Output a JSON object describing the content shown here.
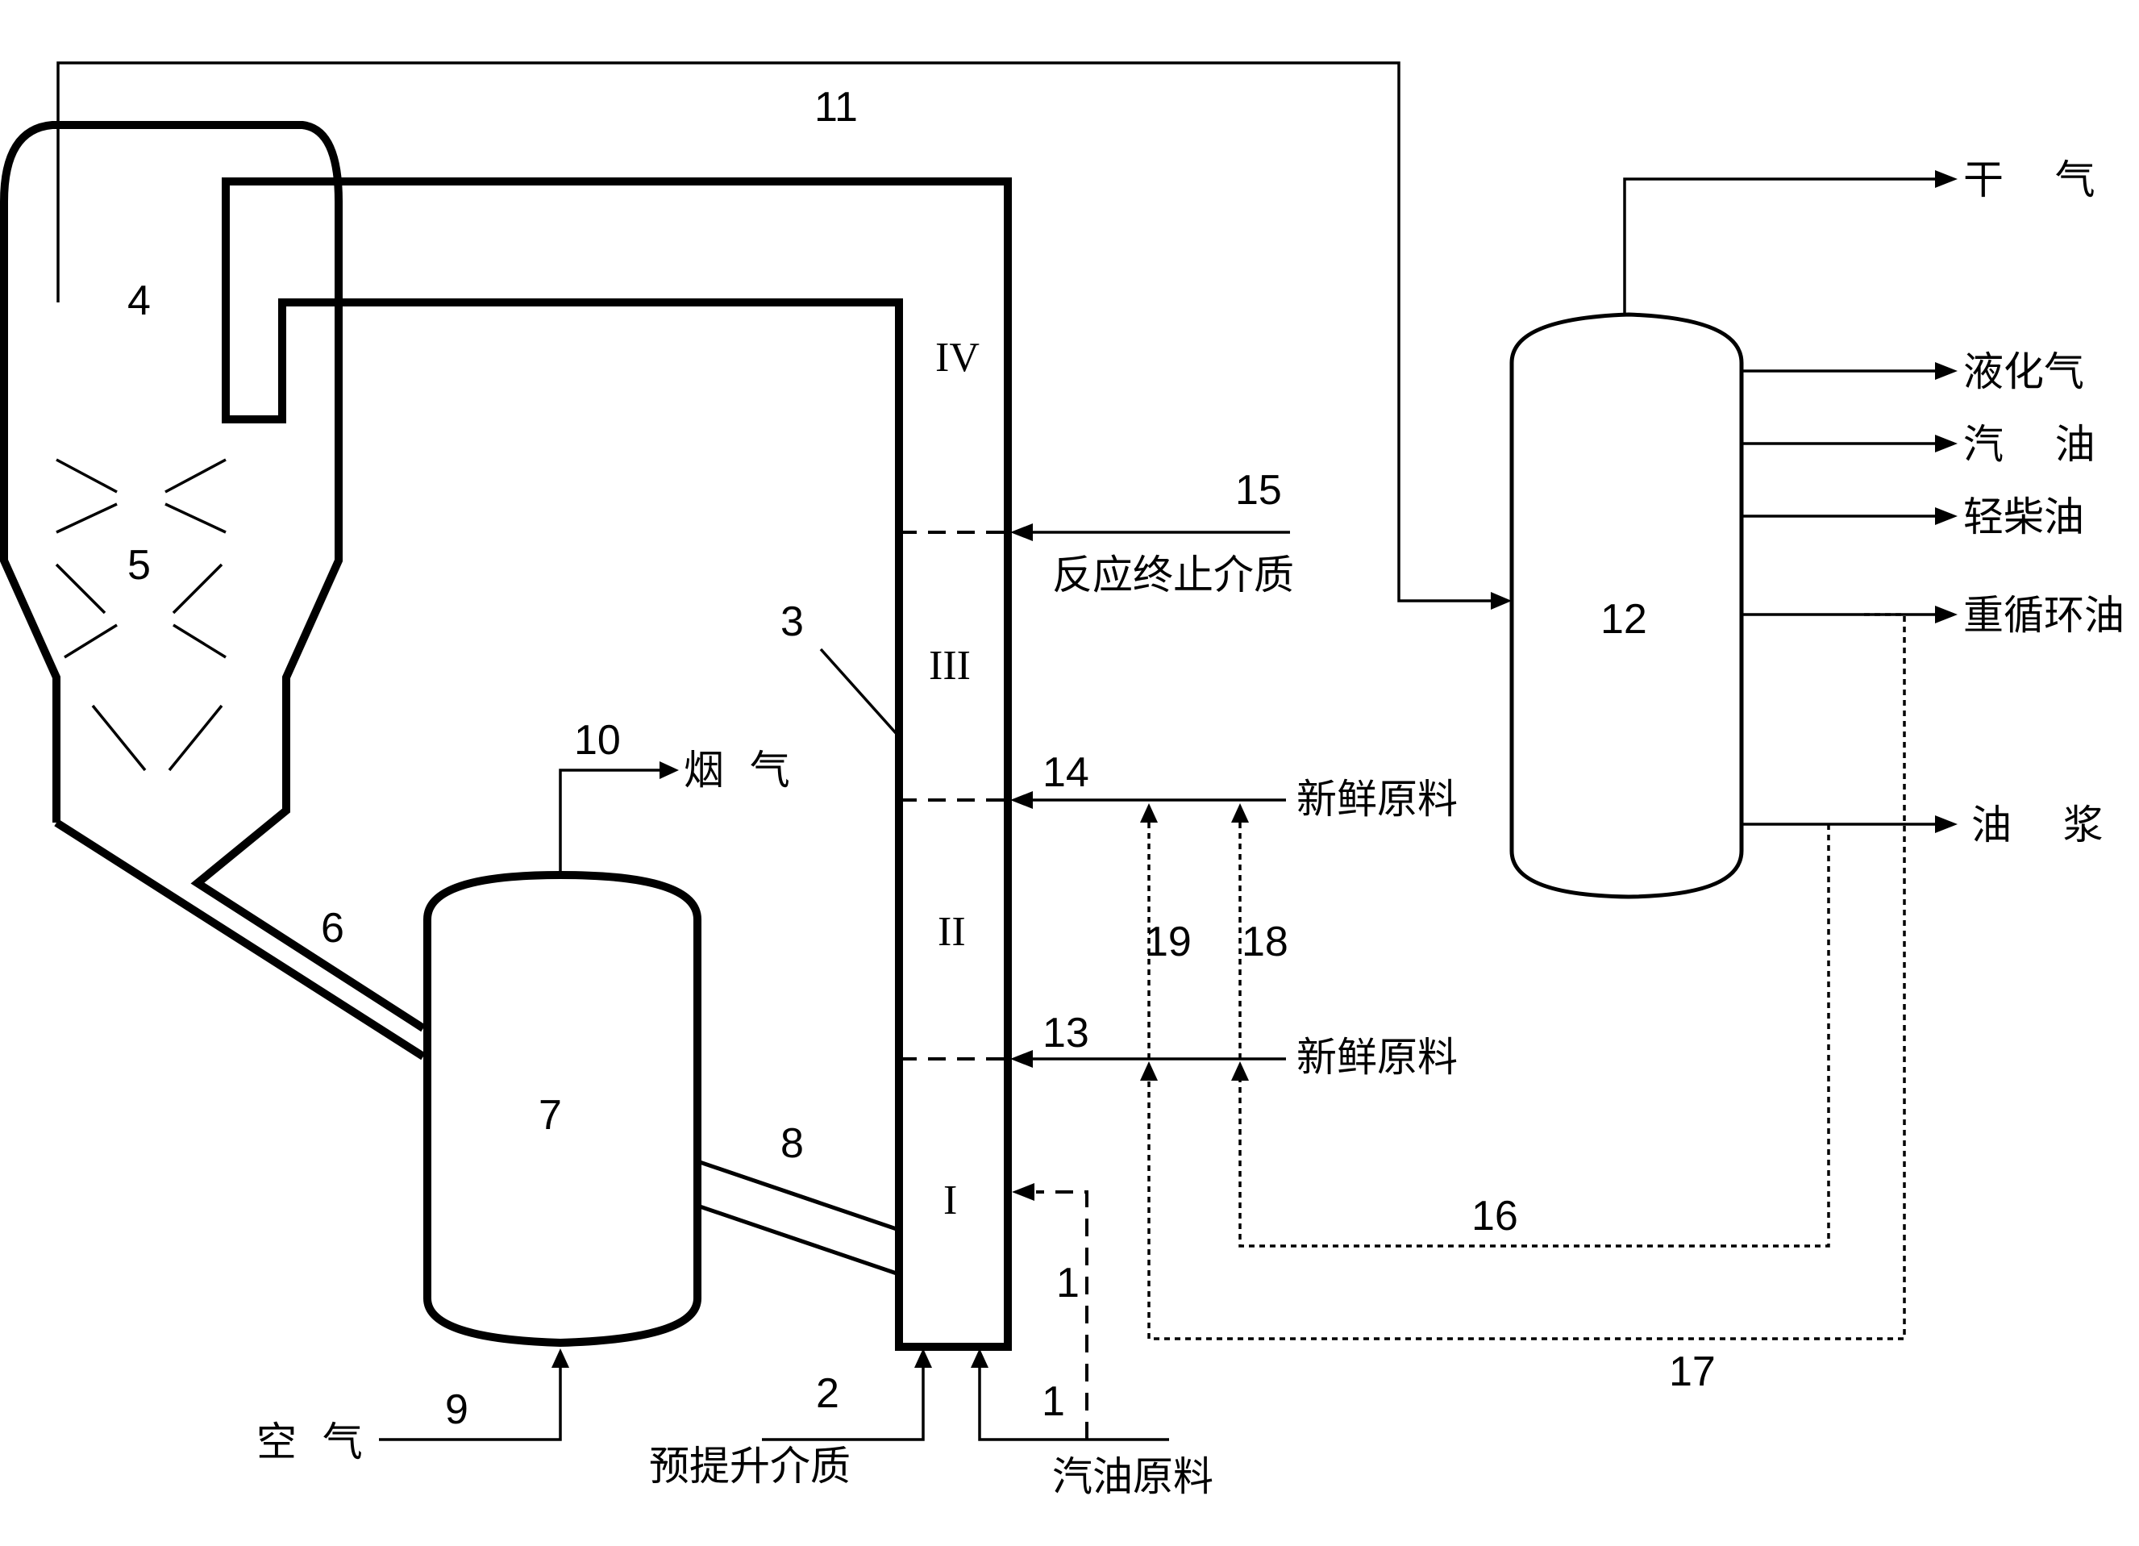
{
  "labels": {
    "n1a": "1",
    "n1b": "1",
    "n2": "2",
    "n3": "3",
    "n4": "4",
    "n5": "5",
    "n6": "6",
    "n7": "7",
    "n8": "8",
    "n9": "9",
    "n10": "10",
    "n11": "11",
    "n12": "12",
    "n13": "13",
    "n14": "14",
    "n15": "15",
    "n16": "16",
    "n17": "17",
    "n18": "18",
    "n19": "19"
  },
  "zones": {
    "z1": "I",
    "z2": "II",
    "z3": "III",
    "z4": "IV"
  },
  "streams": {
    "air": "空  气",
    "pre_lift": "预提升介质",
    "gasoline_feed": "汽油原料",
    "flue_gas": "烟  气",
    "fresh_feed_upper": "新鲜原料",
    "fresh_feed_lower": "新鲜原料",
    "terminator": "反应终止介质"
  },
  "products": {
    "dry_gas": "干    气",
    "lpg": "液化气",
    "gasoline": "汽    油",
    "light_diesel": "轻柴油",
    "heavy_cycle_oil": "重循环油",
    "slurry": "油    浆"
  }
}
